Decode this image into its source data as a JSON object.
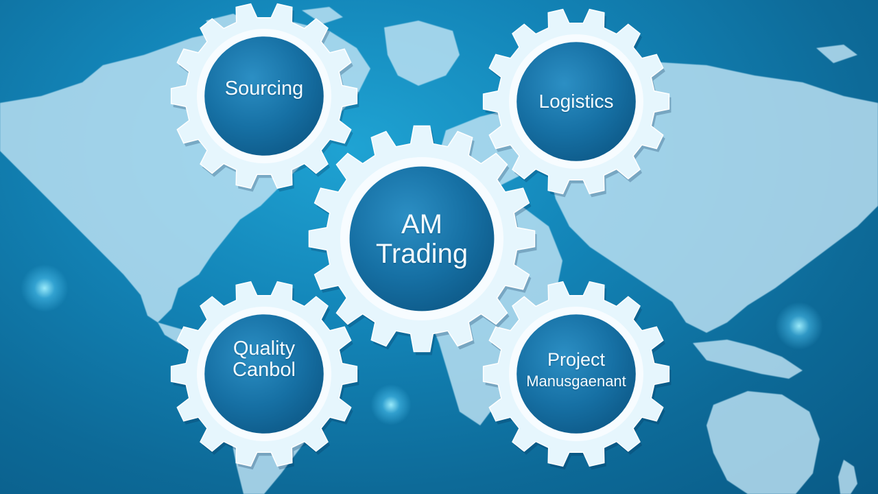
{
  "colors": {
    "background": "#1385b8",
    "land": "#bfe3f4",
    "gear_ring": "#e6f6fd",
    "gear_center": "#1670a4"
  },
  "hub": {
    "line1": "AM",
    "line2": "Trading"
  },
  "gears": {
    "sourcing": "Sourcing",
    "logistics": "Logistics",
    "quality_line1": "Quality",
    "quality_line2": "Canbol",
    "project_line1": "Project",
    "project_line2": "Manusgaenant"
  }
}
